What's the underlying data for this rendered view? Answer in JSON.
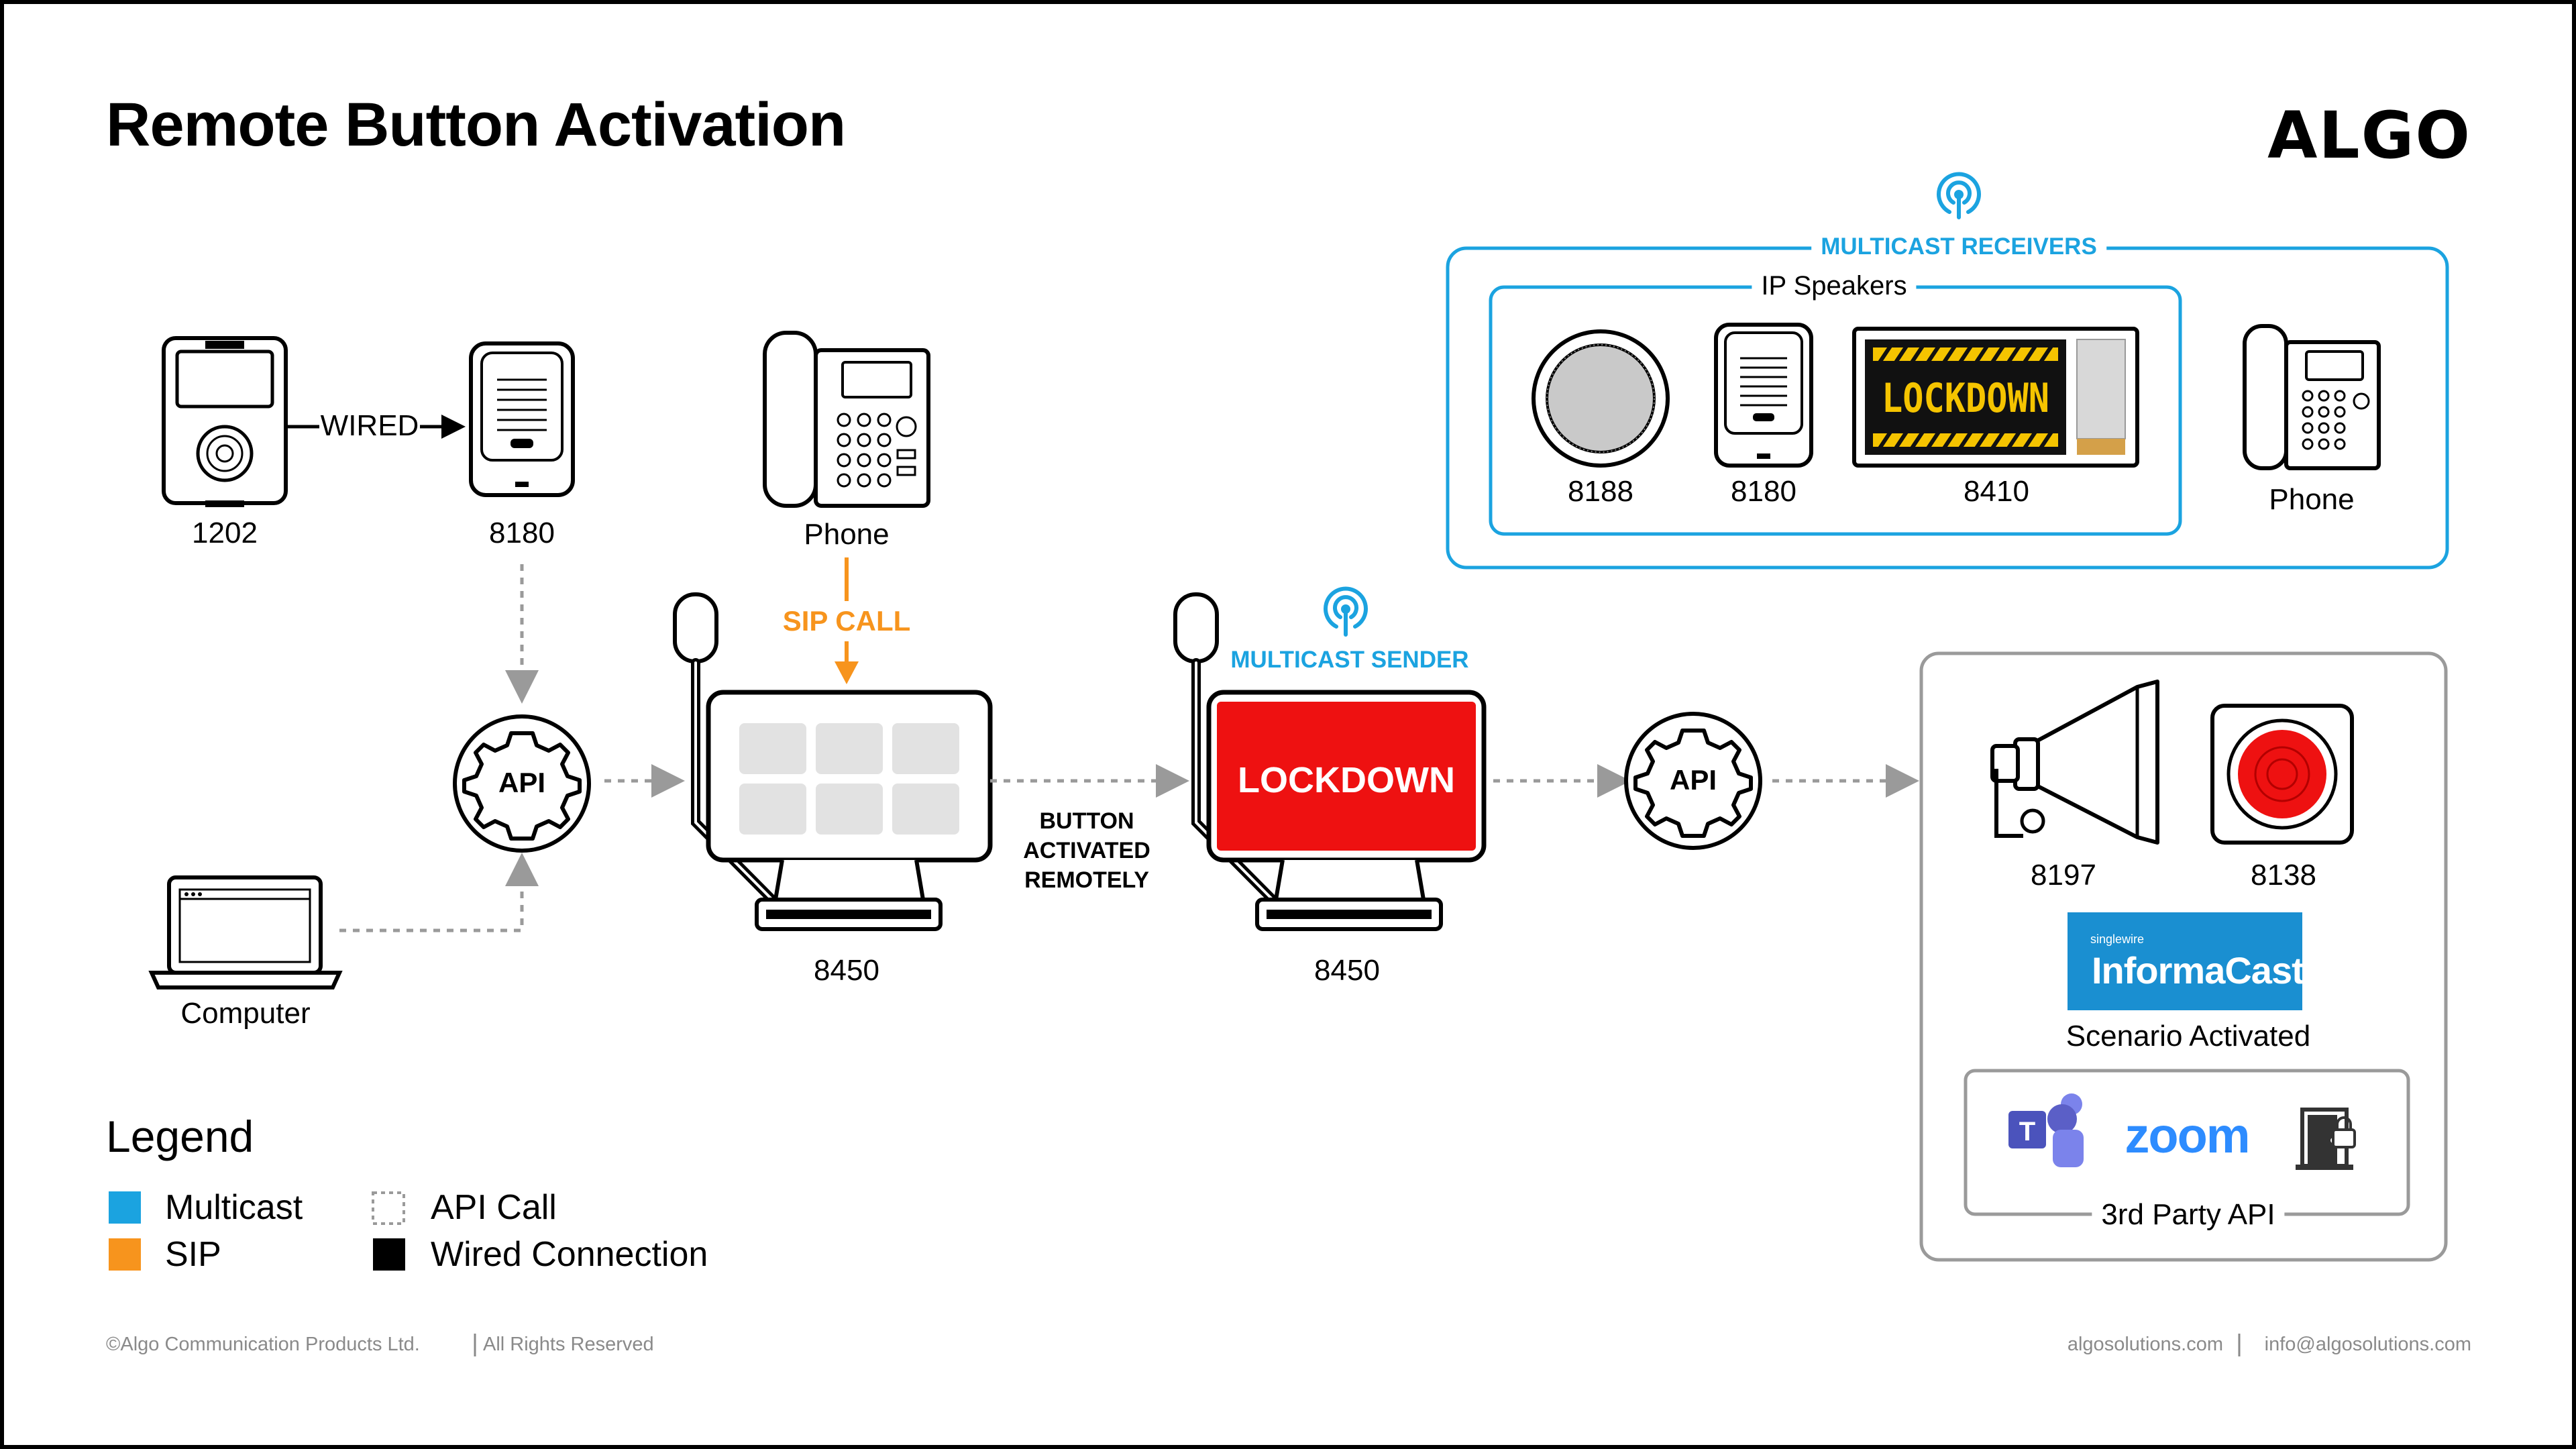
{
  "header": {
    "title": "Remote Button Activation",
    "logo": "ALGO"
  },
  "devices": {
    "d1202": "1202",
    "d8180_left": "8180",
    "phone_top": "Phone",
    "computer": "Computer",
    "api_left": "API",
    "api_right": "API",
    "station_left": "8450",
    "station_right": "8450",
    "lockdown_screen": "LOCKDOWN",
    "sign_text": "LOCKDOWN",
    "d8197": "8197",
    "d8138": "8138"
  },
  "connections": {
    "wired": "WIRED",
    "sip_call": "SIP CALL",
    "button_activated": [
      "BUTTON",
      "ACTIVATED",
      "REMOTELY"
    ],
    "multicast_sender": "MULTICAST SENDER"
  },
  "receivers": {
    "title": "MULTICAST RECEIVERS",
    "ip_speakers": "IP Speakers",
    "d8188": "8188",
    "d8180": "8180",
    "d8410": "8410",
    "phone": "Phone"
  },
  "outputs": {
    "informacast_brand": "singlewire",
    "informacast_name": "InformaCast",
    "scenario": "Scenario Activated",
    "zoom": "zoom",
    "third_party": "3rd Party API"
  },
  "legend": {
    "title": "Legend",
    "items": [
      {
        "label": "Multicast",
        "color": "#1ba3e0"
      },
      {
        "label": "SIP",
        "color": "#f7941d"
      },
      {
        "label": "API Call",
        "color": "dashed"
      },
      {
        "label": "Wired Connection",
        "color": "#000000"
      }
    ]
  },
  "footer": {
    "copyright": "©Algo Communication Products Ltd.",
    "rights": "All Rights Reserved",
    "website": "algosolutions.com",
    "email": "info@algosolutions.com"
  },
  "colors": {
    "multicast": "#1ba3e0",
    "sip": "#f7941d",
    "lockdown_red": "#ee1111",
    "informacast_bg": "#1a8fd1",
    "zoom": "#2d8cff",
    "teams": "#5b5fc7"
  }
}
